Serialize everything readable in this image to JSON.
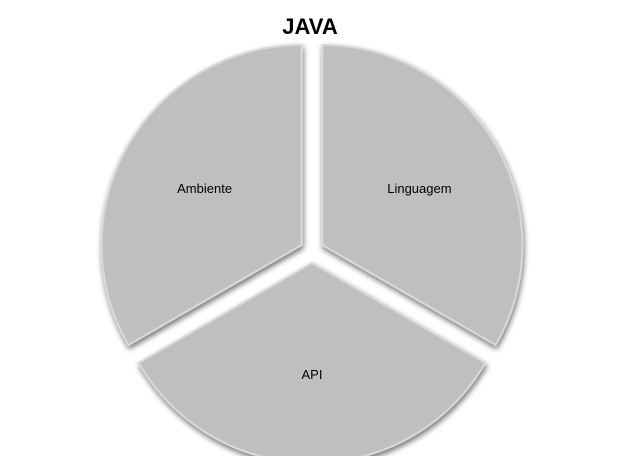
{
  "chart_data": {
    "type": "pie",
    "title": "JAVA",
    "categories": [
      "Linguagem",
      "API",
      "Ambiente"
    ],
    "values": [
      1,
      1,
      1
    ],
    "exploded": true,
    "style": "shadowed",
    "legend": "none",
    "colors": {
      "slice_fill": "#bfbfbf",
      "slice_stroke": "#d8d8d8",
      "shadow": "#7f7f7f"
    }
  }
}
